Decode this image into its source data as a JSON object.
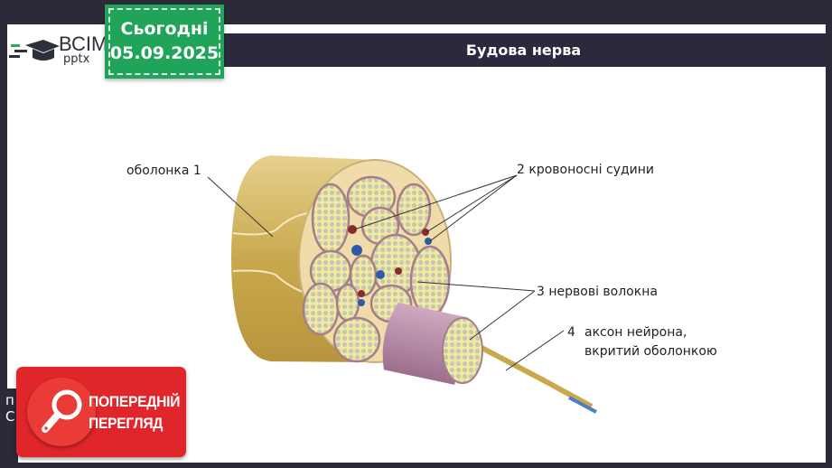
{
  "slide": {
    "title": "Будова нерва",
    "date_badge": {
      "label": "Сьогодні",
      "date": "05.09.2025"
    },
    "logo": {
      "name": "ВСІМ",
      "sub": "pptx"
    },
    "labels": {
      "sheath": "оболонка  1",
      "vessels": "2  кровоносні судини",
      "fibers": "3  нервові волокна",
      "axon_num": "4",
      "axon_line1": "аксон нейрона,",
      "axon_line2": "вкритий оболонкою"
    }
  },
  "preview_button": {
    "line1": "ПОПЕРЕДНІЙ",
    "line2": "ПЕРЕГЛЯД",
    "icon": "magnifier-icon"
  },
  "side_panel": {
    "chars": [
      "п",
      "С"
    ]
  },
  "colors": {
    "background": "#2a2a38",
    "title_bar": "#2b2a3c",
    "badge": "#1fa45a",
    "preview": "#e0262a",
    "nerve": "#d9c07a",
    "fascicle": "#f2eaa0",
    "sleeve": "#b48aa6"
  }
}
